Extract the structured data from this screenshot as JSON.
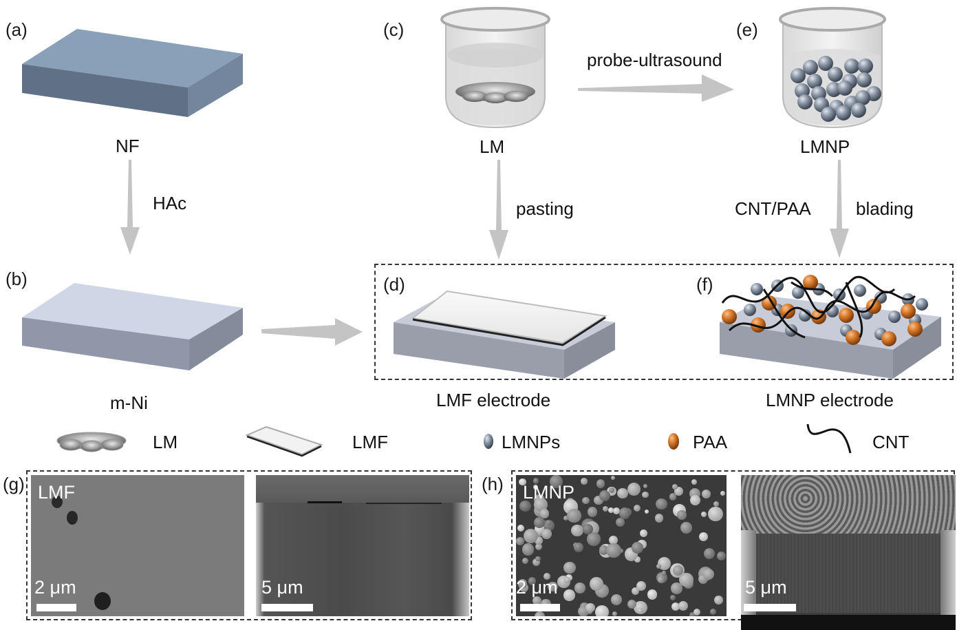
{
  "panels": {
    "a": {
      "label": "(a)",
      "caption": "NF"
    },
    "b": {
      "label": "(b)",
      "caption": "m-Ni"
    },
    "c": {
      "label": "(c)",
      "caption": "LM"
    },
    "d": {
      "label": "(d)",
      "caption": "LMF electrode"
    },
    "e": {
      "label": "(e)",
      "caption": "LMNP"
    },
    "f": {
      "label": "(f)",
      "caption": "LMNP electrode"
    },
    "g": {
      "label": "(g)"
    },
    "h": {
      "label": "(h)"
    }
  },
  "steps": {
    "a_to_b": "HAc",
    "c_to_e": "probe-ultrasound",
    "c_to_d": "pasting",
    "e_to_f_left": "CNT/PAA",
    "e_to_f_right": "blading"
  },
  "legend": [
    {
      "icon": "lm-droplet-icon",
      "label": "LM"
    },
    {
      "icon": "lmf-film-icon",
      "label": "LMF"
    },
    {
      "icon": "lmnp-sphere-icon",
      "label": "LMNPs"
    },
    {
      "icon": "paa-sphere-icon",
      "label": "PAA"
    },
    {
      "icon": "cnt-curve-icon",
      "label": "CNT"
    }
  ],
  "sem_images": {
    "g_left": {
      "tag": "LMF",
      "scale": "2 μm"
    },
    "g_right": {
      "scale": "5 μm"
    },
    "h_left": {
      "tag": "LMNP",
      "scale": "2 μm"
    },
    "h_right": {
      "scale": "5 μm"
    }
  },
  "colors": {
    "nf_block": "#8096b1",
    "mni_block": "#cfd6e6",
    "arrow_gray": "#c4c4c4",
    "paa_orange": "#d97a2b",
    "lmnp_gray": "#8a96a6"
  }
}
